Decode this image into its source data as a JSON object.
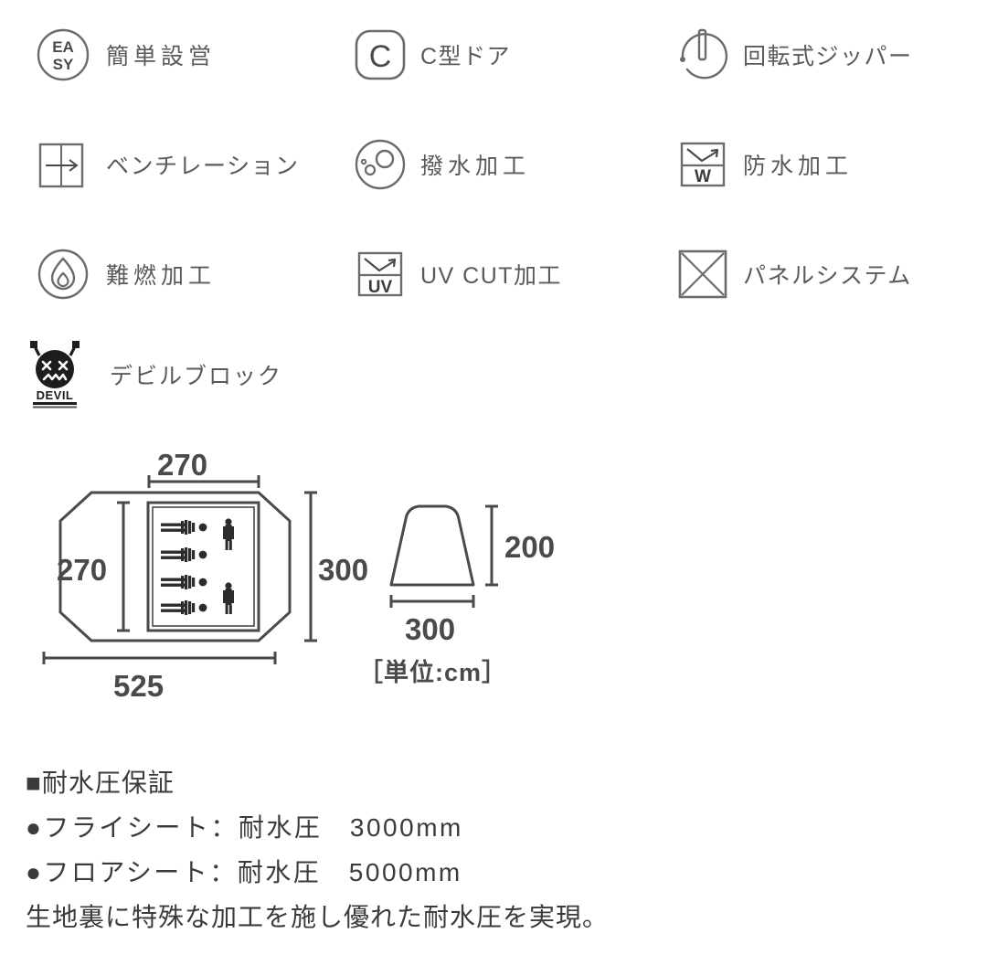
{
  "features": [
    [
      {
        "icon": "easy-setup-icon",
        "icon_text_top": "EA",
        "icon_text_bottom": "SY",
        "label": "簡単設営",
        "spaced": true
      },
      {
        "icon": "c-shape-door-icon",
        "icon_text": "C",
        "label": "C型ドア",
        "spaced": false
      },
      {
        "icon": "rotating-zipper-icon",
        "label": "回転式ジッパー",
        "spaced": false
      }
    ],
    [
      {
        "icon": "ventilation-icon",
        "label": "ベンチレーション",
        "spaced": false
      },
      {
        "icon": "water-repellent-icon",
        "label": "撥水加工",
        "spaced": true
      },
      {
        "icon": "waterproof-icon",
        "icon_text": "W",
        "label": "防水加工",
        "spaced": true
      }
    ],
    [
      {
        "icon": "flame-retardant-icon",
        "label": "難燃加工",
        "spaced": true
      },
      {
        "icon": "uv-cut-icon",
        "icon_text": "UV",
        "label": "UV CUT加工",
        "spaced": false
      },
      {
        "icon": "panel-system-icon",
        "label": "パネルシステム",
        "spaced": false
      }
    ]
  ],
  "devil": {
    "icon": "devil-block-icon",
    "icon_text": "DEVIL",
    "label": "デビルブロック"
  },
  "diagram": {
    "floor_plan": {
      "name": "tent-floor-plan",
      "top_dimension": "270",
      "inner_dimension": "270",
      "right_dimension": "300",
      "bottom_dimension": "525",
      "sleeping_figures": 4,
      "standing_figures": 2
    },
    "side_view": {
      "name": "tent-side-view",
      "height_dimension": "200",
      "width_dimension": "300"
    },
    "unit_note": "［単位:cm］"
  },
  "specs": {
    "heading": "■耐水圧保証",
    "lines": [
      "●フライシート：耐水圧　3000mm",
      "●フロアシート：耐水圧　5000mm"
    ],
    "note": "生地裏に特殊な加工を施し優れた耐水圧を実現。"
  },
  "colors": {
    "ink": "#4a4a4a",
    "label": "#5a5a5a",
    "stroke": "#6b6b6b",
    "background": "#ffffff"
  }
}
